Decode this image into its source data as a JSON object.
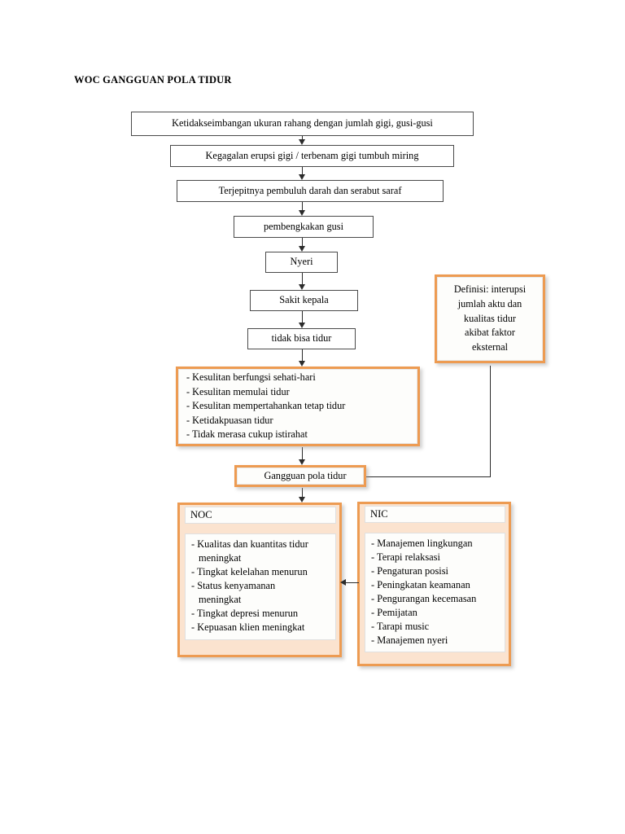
{
  "document": {
    "title": "WOC GANGGUAN POLA TIDUR"
  },
  "colors": {
    "accent_border": "#ED9B52",
    "accent_fill": "#FBE3CF",
    "box_outline": "#4a4a4a",
    "connector": "#2b2b2b",
    "panel_fill": "#FDFDFB",
    "page_background": "#FFFFFF"
  },
  "flow": {
    "nodes": [
      {
        "id": "node-1",
        "label": "Ketidakseimbangan ukuran rahang dengan jumlah gigi, gusi-gusi"
      },
      {
        "id": "node-2",
        "label": "Kegagalan erupsi gigi / terbenam gigi tumbuh miring"
      },
      {
        "id": "node-3",
        "label": "Terjepitnya pembuluh darah dan serabut saraf"
      },
      {
        "id": "node-4",
        "label": "pembengkakan gusi"
      },
      {
        "id": "node-5",
        "label": "Nyeri"
      },
      {
        "id": "node-6",
        "label": "Sakit kepala"
      },
      {
        "id": "node-7",
        "label": "tidak bisa tidur"
      }
    ]
  },
  "symptoms": {
    "items": [
      "- Kesulitan berfungsi sehati-hari",
      "- Kesulitan memulai tidur",
      "- Kesulitan mempertahankan tetap tidur",
      "- Ketidakpuasan tidur",
      "- Tidak merasa cukup istirahat"
    ]
  },
  "diagnosis": {
    "label": "Gangguan pola tidur"
  },
  "definition": {
    "lines": [
      "Definisi: interupsi",
      "jumlah aktu dan",
      "kualitas tidur",
      "akibat faktor",
      "eksternal"
    ]
  },
  "noc": {
    "heading": "NOC",
    "items": [
      {
        "text": "- Kualitas dan kuantitas tidur",
        "continuation": false
      },
      {
        "text": "meningkat",
        "continuation": true
      },
      {
        "text": "- Tingkat kelelahan menurun",
        "continuation": false
      },
      {
        "text": "- Status kenyamanan",
        "continuation": false
      },
      {
        "text": "meningkat",
        "continuation": true
      },
      {
        "text": "- Tingkat depresi menurun",
        "continuation": false
      },
      {
        "text": "- Kepuasan klien meningkat",
        "continuation": false
      }
    ]
  },
  "nic": {
    "heading": "NIC",
    "items": [
      {
        "text": "- Manajemen lingkungan",
        "continuation": false
      },
      {
        "text": "- Terapi relaksasi",
        "continuation": false
      },
      {
        "text": "- Pengaturan posisi",
        "continuation": false
      },
      {
        "text": "- Peningkatan keamanan",
        "continuation": false
      },
      {
        "text": "- Pengurangan kecemasan",
        "continuation": false
      },
      {
        "text": "- Pemijatan",
        "continuation": false
      },
      {
        "text": "- Tarapi music",
        "continuation": false
      },
      {
        "text": "- Manajemen nyeri",
        "continuation": false
      }
    ]
  }
}
